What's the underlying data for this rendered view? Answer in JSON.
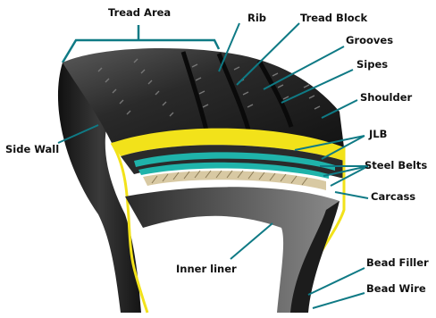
{
  "labels": {
    "tread_area": "Tread Area",
    "rib": "Rib",
    "tread_block": "Tread Block",
    "grooves": "Grooves",
    "sipes": "Sipes",
    "shoulder": "Shoulder",
    "jlb": "JLB",
    "steel_belts": "Steel Belts",
    "carcass": "Carcass",
    "side_wall": "Side Wall",
    "inner_liner": "Inner liner",
    "bead_filler": "Bead Filler",
    "bead_wire": "Bead Wire"
  },
  "colors": {
    "leader": "#0f7a85",
    "tire_rubber": "#1c1c1c",
    "tire_highlight": "#6a6a6a",
    "jlb_yellow": "#f2e21a",
    "belt_teal": "#1fb3aa",
    "carcass_tan": "#d8c9a3",
    "text": "#111111"
  }
}
